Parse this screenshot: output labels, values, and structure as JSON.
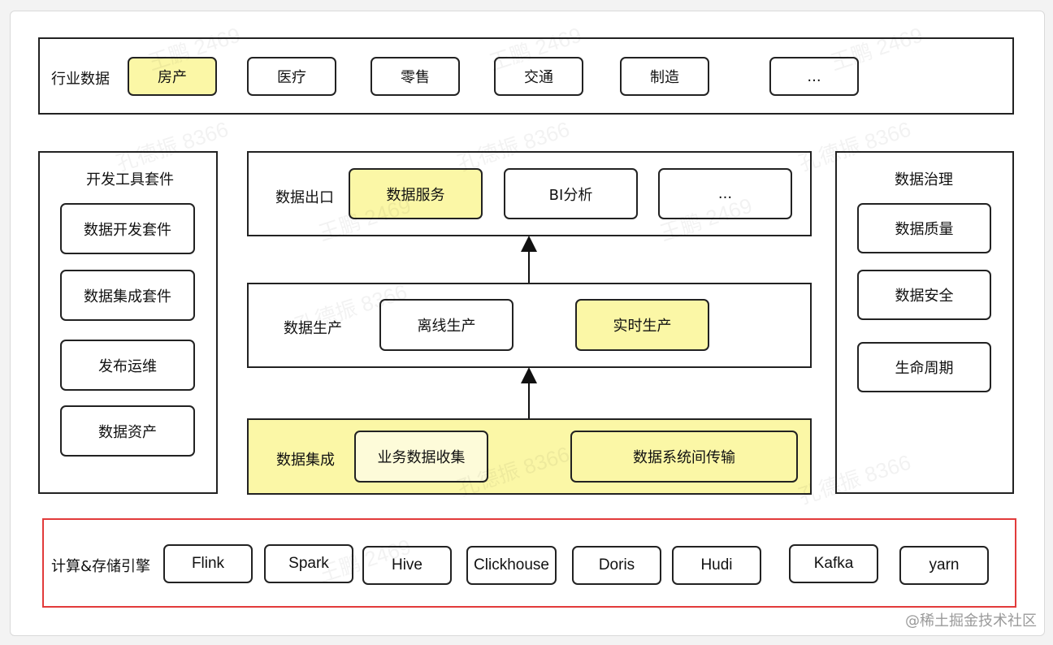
{
  "industry": {
    "label": "行业数据",
    "items": [
      "房产",
      "医疗",
      "零售",
      "交通",
      "制造",
      "..."
    ]
  },
  "dev_tools": {
    "title": "开发工具套件",
    "items": [
      "数据开发套件",
      "数据集成套件",
      "发布运维",
      "数据资产"
    ]
  },
  "data_export": {
    "label": "数据出口",
    "items": [
      "数据服务",
      "BI分析",
      "..."
    ]
  },
  "data_production": {
    "label": "数据生产",
    "items": [
      "离线生产",
      "实时生产"
    ]
  },
  "data_integration": {
    "label": "数据集成",
    "items": [
      "业务数据收集",
      "数据系统间传输"
    ]
  },
  "governance": {
    "title": "数据治理",
    "items": [
      "数据质量",
      "数据安全",
      "生命周期"
    ]
  },
  "engines": {
    "label": "计算&存储引擎",
    "items": [
      "Flink",
      "Spark",
      "Hive",
      "Clickhouse",
      "Doris",
      "Hudi",
      "Kafka",
      "yarn"
    ]
  },
  "watermarks": [
    "王鹏 2469",
    "孔德振 8366",
    "王鹏 2469",
    "孔德振 8366",
    "王鹏 2469",
    "孔德振 8366",
    "王鹏 2469",
    "孔德振 8366",
    "王鹏 2469",
    "孔德振 8366",
    "王鹏 2469",
    "孔德振 8366"
  ],
  "credit": "@稀土掘金技术社区",
  "colors": {
    "highlight": "#fbf7a6",
    "border": "#222222",
    "engine_border": "#e23b3b"
  }
}
